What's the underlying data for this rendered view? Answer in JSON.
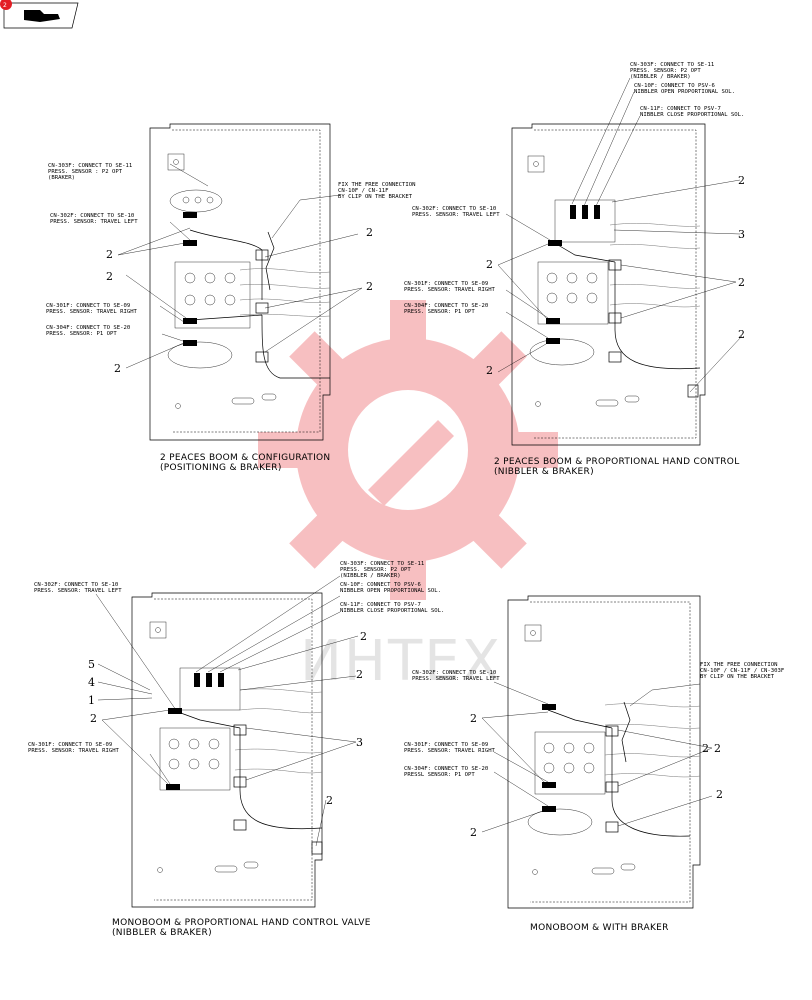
{
  "watermark": {
    "text": "ИНТЕХ",
    "gear_color": "#e31e24"
  },
  "corner_badge": {
    "text": "2"
  },
  "panels": [
    {
      "id": "top-left",
      "caption": [
        "2 PEACES BOOM & CONFIGURATION",
        "(POSITIONING & BRAKER)"
      ],
      "labels": [
        [
          "CN-303F: CONNECT TO SE-11",
          "PRESS. SENSOR : P2 OPT",
          "(BRAKER)"
        ],
        [
          "CN-302F: CONNECT TO SE-10",
          "PRESS. SENSOR: TRAVEL LEFT"
        ],
        [
          "CN-301F: CONNECT TO SE-09",
          "PRESS. SENSOR: TRAVEL RIGHT"
        ],
        [
          "CN-304F: CONNECT TO SE-20",
          "PRESS. SENSOR: P1 OPT"
        ],
        [
          "FIX THE FREE CONNECTION",
          "CN-10F / CN-11F",
          "BY CLIP ON  THE BRACKET"
        ]
      ],
      "numbers": [
        "2",
        "2",
        "2",
        "2",
        "2"
      ]
    },
    {
      "id": "top-right",
      "caption": [
        "2 PEACES BOOM & PROPORTIONAL HAND CONTROL",
        "(NIBBLER & BRAKER)"
      ],
      "labels": [
        [
          "CN-303F: CONNECT TO SE-11",
          "PRESS. SENSOR: P2 OPT",
          "(NIBBLER / BRAKER)"
        ],
        [
          "CN-10F: CONNECT TO PSV-6",
          "NIBBLER OPEN PROPORTIONAL SOL."
        ],
        [
          "CN-11F: CONNECT TO PSV-7",
          "NIBBLER CLOSE PROPORTIONAL SOL."
        ],
        [
          "CN-302F: CONNECT TO SE-10",
          "PRESS. SENSOR: TRAVEL LEFT"
        ],
        [
          "CN-301F: CONNECT TO SE-09",
          "PRESS. SENSOR: TRAVEL RIGHT"
        ],
        [
          "CN-304F: CONNECT TO SE-20",
          "PRESS. SENSOR: P1 OPT"
        ]
      ],
      "numbers": [
        "2",
        "3",
        "2",
        "2",
        "2",
        "2"
      ]
    },
    {
      "id": "bottom-left",
      "caption": [
        "MONOBOOM & PROPORTIONAL HAND CONTROL VALVE",
        "(NIBBLER & BRAKER)"
      ],
      "labels": [
        [
          "CN-303F: CONNECT TO SE-11",
          "PRESS. SENSOR: P2 OPT",
          "(NIBBLER / BRAKER)"
        ],
        [
          "CN-10F: CONNECT TO PSV-6",
          "NIBBLER OPEN PROPORTIONAL SOL."
        ],
        [
          "CN-11F: CONNECT TO PSV-7",
          "NIBBLER CLOSE PROPORTIONAL SOL."
        ],
        [
          "CN-302F: CONNECT TO SE-10",
          "PRESS. SENSOR: TRAVEL LEFT"
        ],
        [
          "CN-301F: CONNECT TO SE-09",
          "PRESS. SENSOR: TRAVEL RIGHT"
        ]
      ],
      "numbers": [
        "5",
        "4",
        "1",
        "2",
        "2",
        "2",
        "3",
        "2"
      ]
    },
    {
      "id": "bottom-right",
      "caption": [
        "MONOBOOM & WITH BRAKER"
      ],
      "labels": [
        [
          "FIX THE FREE CONNECTION",
          "CN-10F / CN-11F / CN-303F",
          "BY CLIP ON  THE BRACKET"
        ],
        [
          "CN-302F: CONNECT TO SE-10",
          "PRESS. SENSOR: TRAVEL LEFT"
        ],
        [
          "CN-301F: CONNECT TO SE-09",
          "PRESS. SENSOR: TRAVEL RIGHT"
        ],
        [
          "CN-304F: CONNECT TO SE-20",
          "PRESSL SENSOR: P1 OPT"
        ]
      ],
      "numbers": [
        "2",
        "2",
        "2",
        "2",
        "2"
      ]
    }
  ]
}
